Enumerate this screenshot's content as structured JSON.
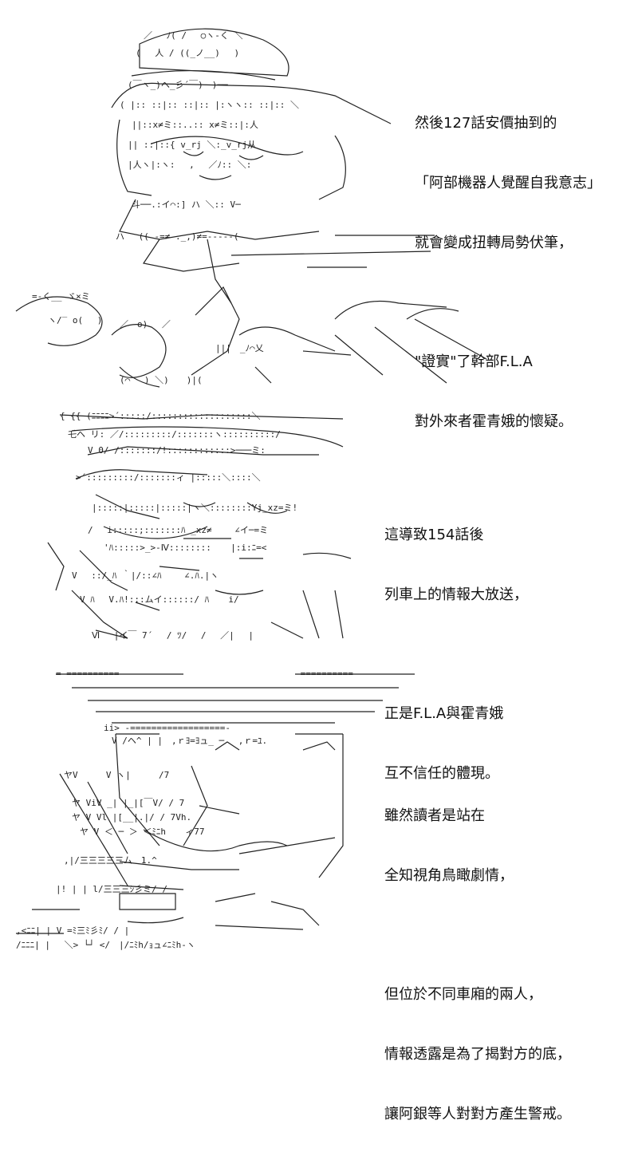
{
  "panels": [
    {
      "caption": [
        "然後127話安價抽到的",
        "「阿部機器人覺醒自我意志」",
        "就會變成扭轉局勢伏筆，",
        "",
        "\"證實\"了幹部F.L.A",
        "對外來者霍青娥的懷疑。"
      ]
    },
    {
      "caption": [
        "這導致154話後",
        "列車上的情報大放送，",
        "",
        "正是F.L.A與霍青娥",
        "互不信任的體現。"
      ]
    },
    {
      "caption": [
        "雖然讀者是站在",
        "全知視角鳥瞰劇情，",
        "",
        "但位於不同車廂的兩人，",
        "情報透露是為了揭對方的底，",
        "讓阿銀等人對對方產生警戒。"
      ]
    }
  ]
}
